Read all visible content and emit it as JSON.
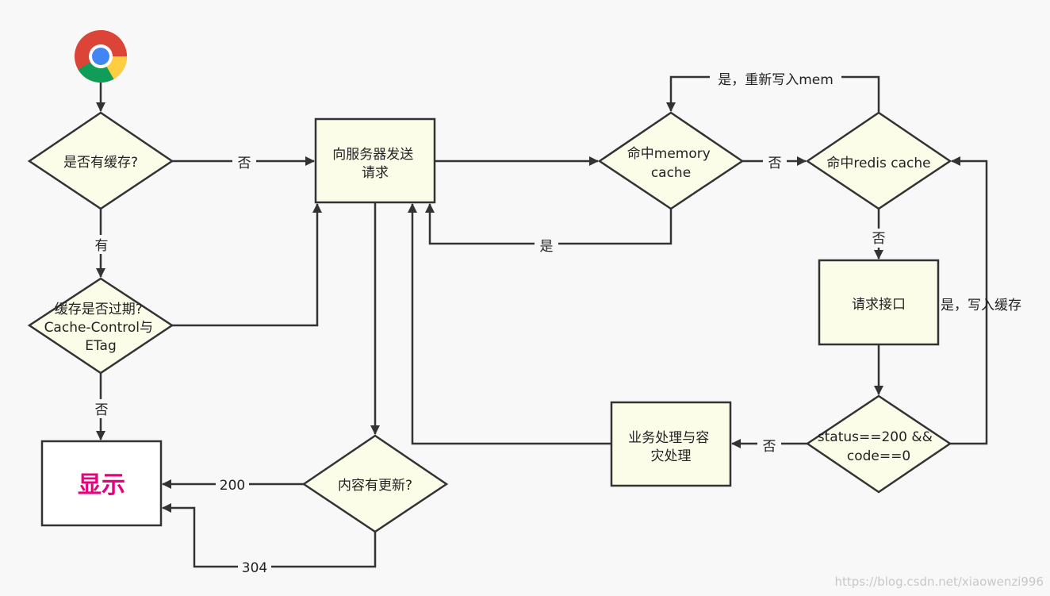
{
  "nodes": {
    "has_cache": "是否有缓存?",
    "cache_expired": [
      "缓存是否过期?",
      "Cache-Control与",
      "ETag"
    ],
    "display": "显示",
    "send_request": [
      "向服务器发送",
      "请求"
    ],
    "content_updated": "内容有更新?",
    "hit_memory": [
      "命中memory",
      "cache"
    ],
    "hit_redis": "命中redis cache",
    "request_api": "请求接口",
    "status_check": [
      "status==200 &&",
      "code==0"
    ],
    "business_process": [
      "业务处理与容",
      "灾处理"
    ]
  },
  "edges": {
    "no_cache": "否",
    "has_cache_yes": "有",
    "not_expired": "否",
    "code_200": "200",
    "code_304": "304",
    "memory_yes": "是",
    "memory_no": "否",
    "redis_yes_rewrite": "是，重新写入mem",
    "redis_no": "否",
    "api_yes_write_cache": "是，写入缓存",
    "status_no": "否"
  },
  "watermark": "https://blog.csdn.net/xiaowenzi996",
  "icons": {
    "browser": "chrome-icon"
  },
  "colors": {
    "node_fill": "#fcfde9",
    "stroke": "#333333",
    "display_text": "#e8007d",
    "background": "#f8f8f8"
  }
}
